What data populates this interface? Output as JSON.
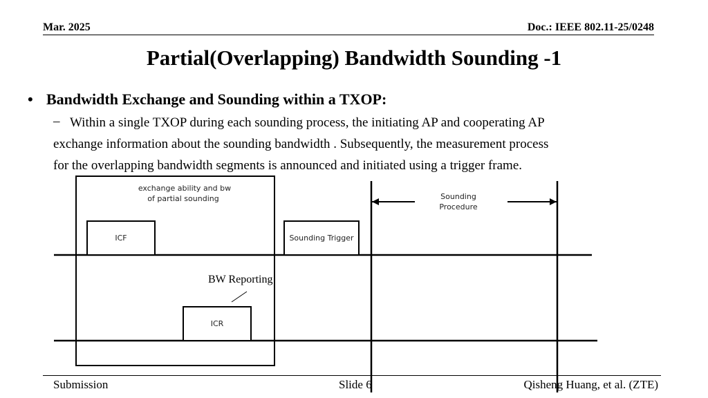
{
  "header": {
    "date": "Mar. 2025",
    "doc_id": "Doc.: IEEE 802.11-25/0248"
  },
  "title": "Partial(Overlapping) Bandwidth Sounding -1",
  "bullet": {
    "marker": "•",
    "heading": "Bandwidth Exchange and Sounding within a TXOP:",
    "dash": "–",
    "lines": [
      "Within a single TXOP during each sounding process, the initiating AP and cooperating AP",
      "exchange information about the sounding bandwidth . Subsequently, the measurement process",
      "for the overlapping bandwidth segments is announced and initiated using a trigger frame."
    ]
  },
  "diagram": {
    "exchange_label_line1": "exchange ability and bw",
    "exchange_label_line2": "of partial sounding",
    "icf": "ICF",
    "sounding_trigger": "Sounding Trigger",
    "sounding_procedure_line1": "Sounding",
    "sounding_procedure_line2": "Procedure",
    "bw_reporting": "BW Reporting",
    "icr": "ICR"
  },
  "footer": {
    "left": "Submission",
    "center": "Slide 6",
    "right": "Qisheng Huang, et al. (ZTE)"
  }
}
